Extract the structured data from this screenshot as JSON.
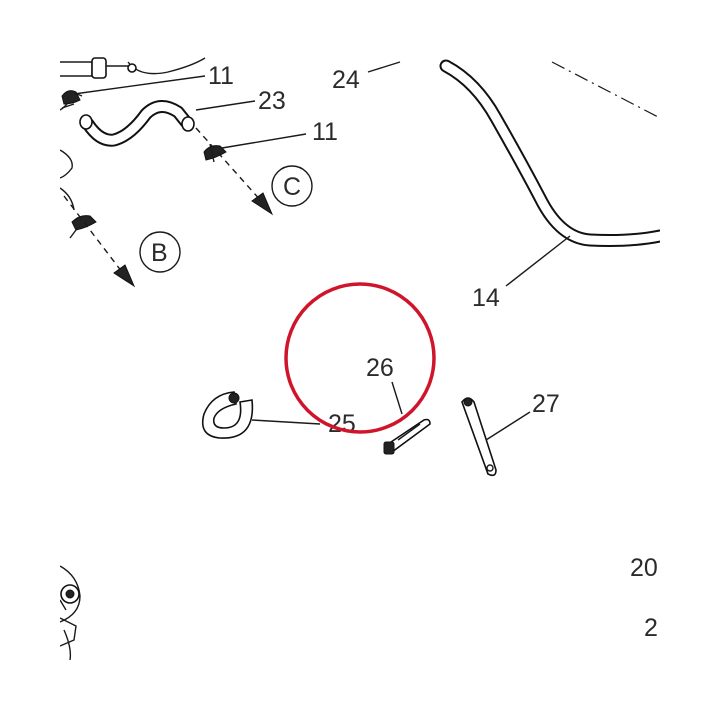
{
  "labels": {
    "part_11_top": "11",
    "part_23": "23",
    "part_11_mid": "11",
    "part_24": "24",
    "part_14": "14",
    "ref_c": "C",
    "ref_b": "B",
    "part_26": "26",
    "part_25": "25",
    "part_27": "27",
    "part_20": "20",
    "part_2": "2"
  },
  "highlight": {
    "color": "#d0142c",
    "target": "26"
  }
}
